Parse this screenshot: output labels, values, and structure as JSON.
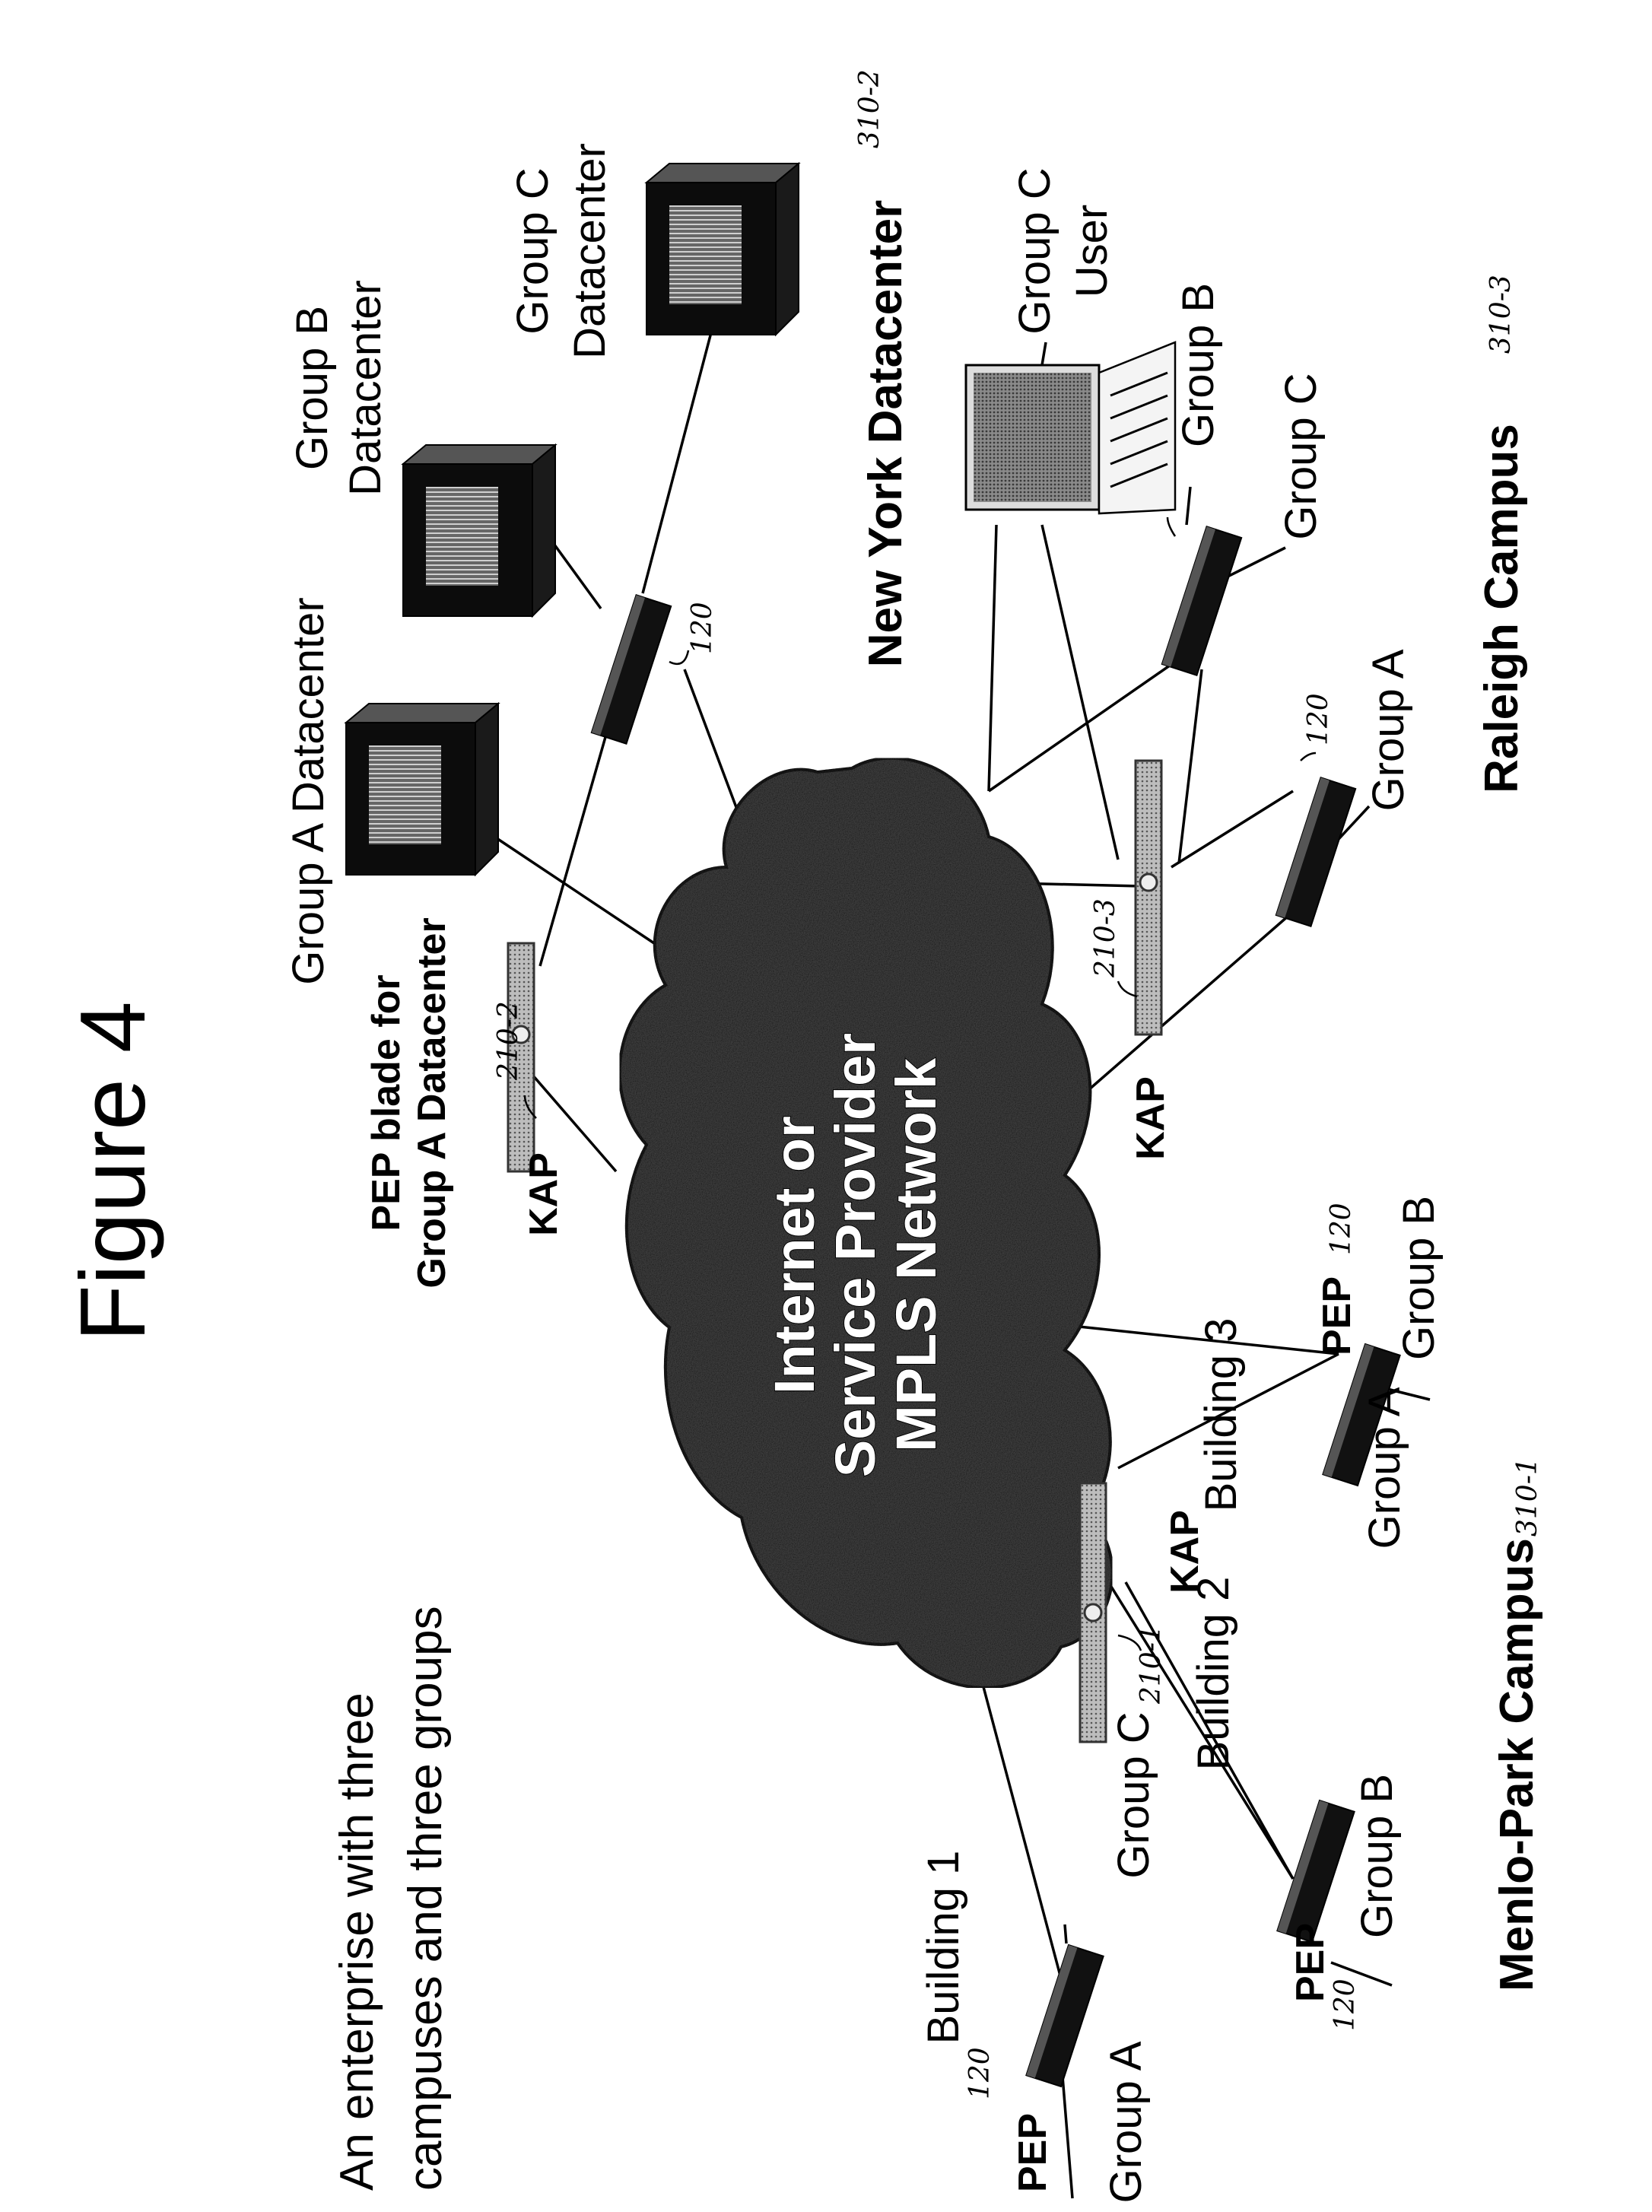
{
  "figure": {
    "title": "Figure 4",
    "intro_line1": "An enterprise with three",
    "intro_line2": "campuses and three groups"
  },
  "cloud": {
    "line1": "Internet or",
    "line2": "Service Provider",
    "line3": "MPLS Network"
  },
  "campuses": {
    "menlo_park": {
      "name": "Menlo-Park Campus",
      "ref": "310-1",
      "kap": {
        "label": "KAP",
        "ref": "210-1"
      },
      "buildings": [
        {
          "label": "Building 1",
          "pep": "PEP",
          "pep_ref": "120",
          "groups": [
            "Group A",
            "Group C"
          ]
        },
        {
          "label": "Building 2",
          "pep": "PEP",
          "pep_ref": "120",
          "groups": [
            "Group B"
          ]
        },
        {
          "label": "Building 3",
          "pep": "PEP",
          "pep_ref": "120",
          "groups": [
            "Group A",
            "Group B"
          ]
        }
      ]
    },
    "new_york": {
      "name": "New York Datacenter",
      "ref": "310-2",
      "kap": {
        "label": "KAP",
        "ref": "210-2",
        "note_line1": "PEP blade for",
        "note_line2": "Group A Datacenter"
      },
      "pep_ref": "120",
      "datacenters": [
        {
          "line1": "Group A Datacenter",
          "line2": ""
        },
        {
          "line1": "Group B",
          "line2": "Datacenter"
        },
        {
          "line1": "Group C",
          "line2": "Datacenter"
        }
      ]
    },
    "raleigh": {
      "name": "Raleigh Campus",
      "ref": "310-3",
      "kap": {
        "label": "KAP",
        "ref": "210-3"
      },
      "pep1": {
        "ref": "120",
        "group": "Group A"
      },
      "pep2": {
        "ref": "120",
        "groups": [
          "Group C",
          "Group B"
        ]
      },
      "user": {
        "line1": "Group C",
        "line2": "User"
      }
    }
  }
}
